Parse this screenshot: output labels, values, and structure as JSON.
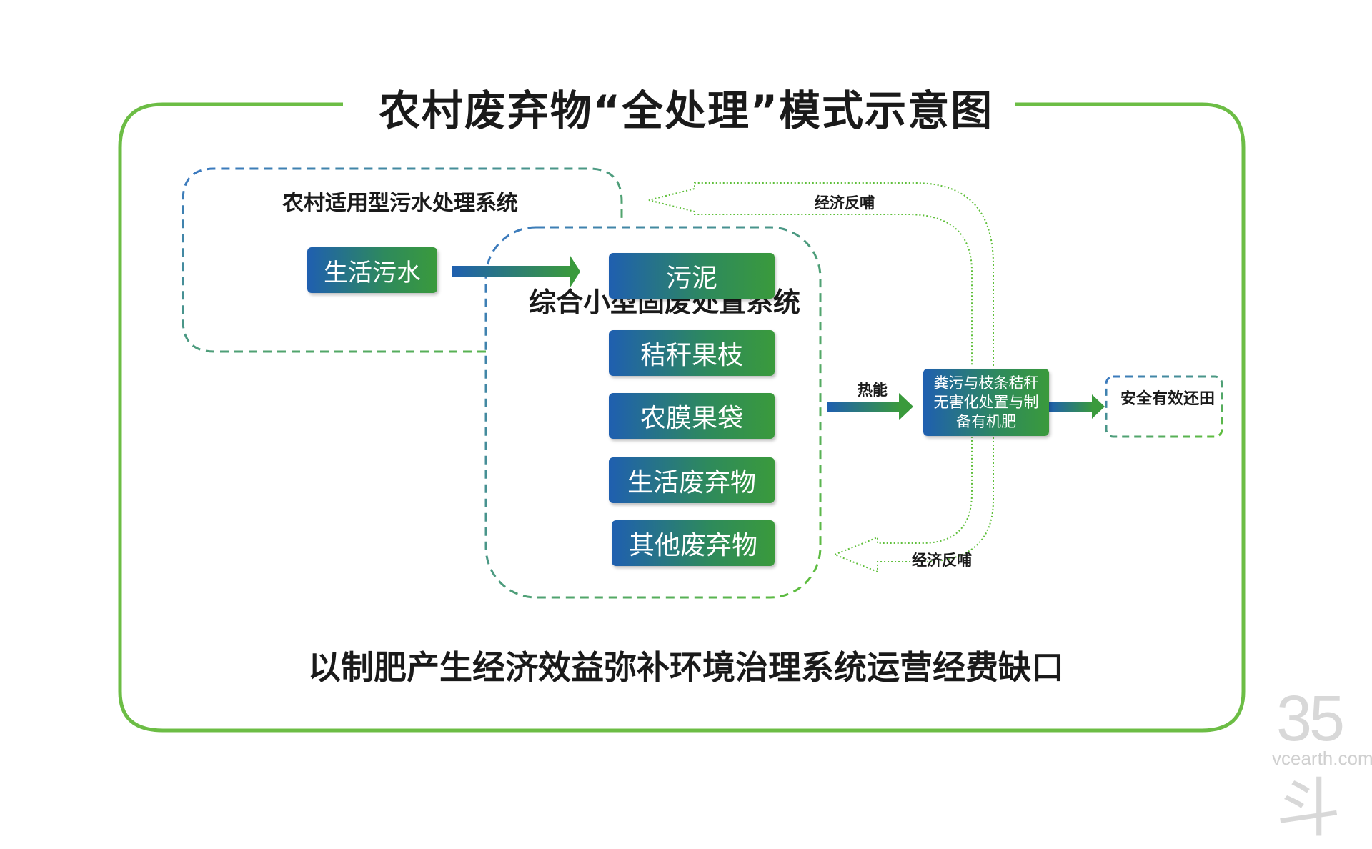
{
  "title": "农村废弃物“全处理”模式示意图",
  "subtitle": "以制肥产生经济效益弥补环境治理系统运营经费缺口",
  "sewage_system": {
    "title": "农村适用型污水处理系统",
    "source": "生活污水"
  },
  "solid_system": {
    "title": "综合小型固废处置系统",
    "items": [
      "污泥",
      "秸秆果枝",
      "农膜果袋",
      "生活废弃物",
      "其他废弃物"
    ]
  },
  "heat_label": "热能",
  "hub": "粪污与枝条秸秆无害化处置与制备有机肥",
  "result": "安全有效还田",
  "feedback_top": "经济反哺",
  "feedback_bottom": "经济反哺",
  "watermark": {
    "number": "35斗",
    "url": "vcearth.com"
  },
  "colors": {
    "frame_green": "#6cbd45",
    "dashed_blue": "#3a78c2",
    "dashed_green": "#5fbf3a",
    "gradient_blue": "#1f5fb0",
    "gradient_green": "#3a9a3c"
  }
}
